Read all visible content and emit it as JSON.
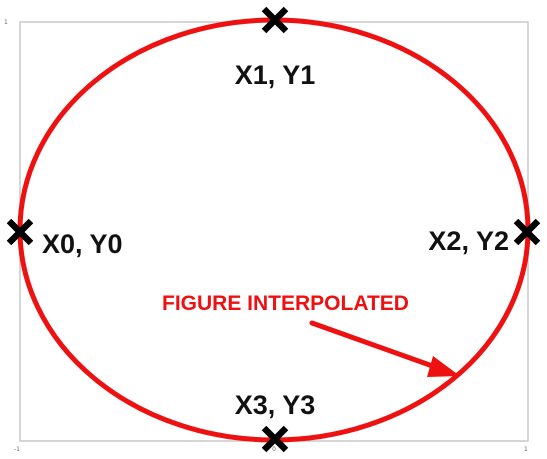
{
  "points": [
    {
      "name": "x0-y0",
      "label": "X0, Y0"
    },
    {
      "name": "x1-y1",
      "label": "X1, Y1"
    },
    {
      "name": "x2-y2",
      "label": "X2, Y2"
    },
    {
      "name": "x3-y3",
      "label": "X3, Y3"
    }
  ],
  "caption": "FIGURE  INTERPOLATED",
  "ticks": {
    "top_left": "1",
    "bottom_left": "-1",
    "bottom_center": "0",
    "bottom_right": "1"
  },
  "colors": {
    "curve": "#ee1111",
    "marker": "#000000",
    "frame": "#c8c8c8"
  },
  "icons": {
    "marker": "cross-marker-icon",
    "arrow": "arrow-icon"
  }
}
